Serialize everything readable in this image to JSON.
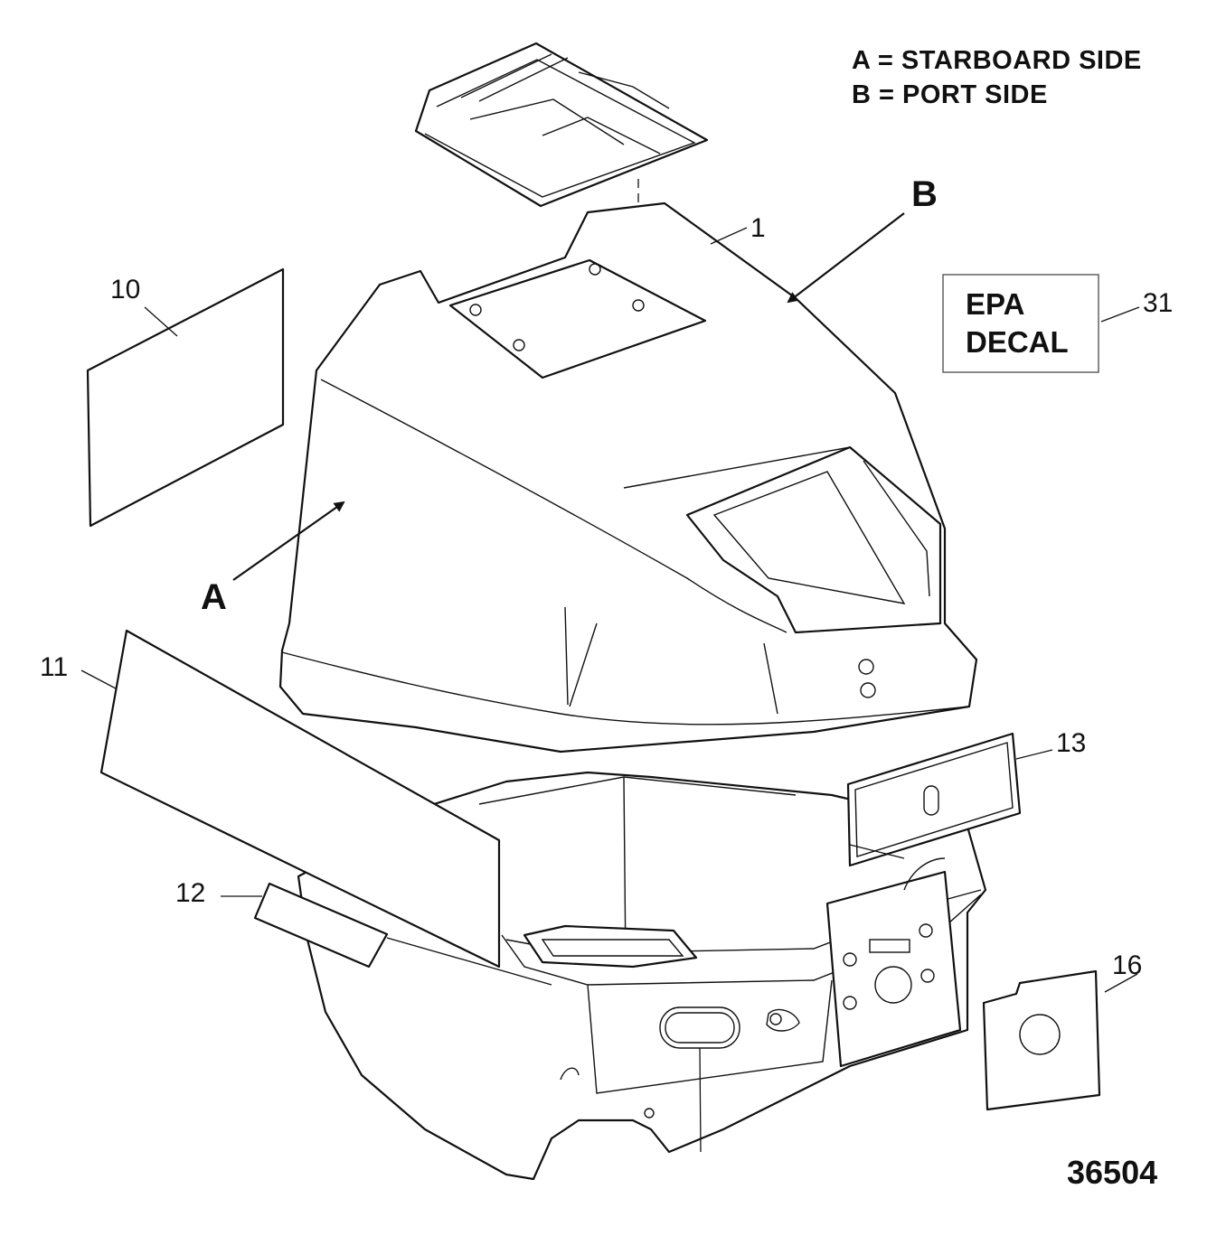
{
  "legend": {
    "line_a": "A = STARBOARD SIDE",
    "line_b": "B = PORT SIDE"
  },
  "side_labels": {
    "a": "A",
    "b": "B"
  },
  "callouts": {
    "p1": "1",
    "p10": "10",
    "p11": "11",
    "p12": "12",
    "p13": "13",
    "p16": "16",
    "p31": "31"
  },
  "epa_decal": {
    "line1": "EPA",
    "line2": "DECAL"
  },
  "figure_number": "36504"
}
